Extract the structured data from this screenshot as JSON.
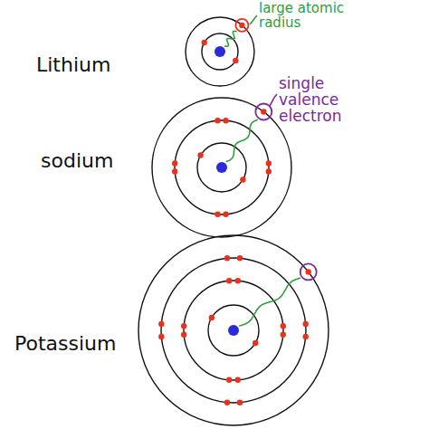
{
  "diagram": {
    "labels": [
      "large atomic radius",
      "Lithium",
      "single valence electron",
      "sodium",
      "Potassium"
    ]
  }
}
